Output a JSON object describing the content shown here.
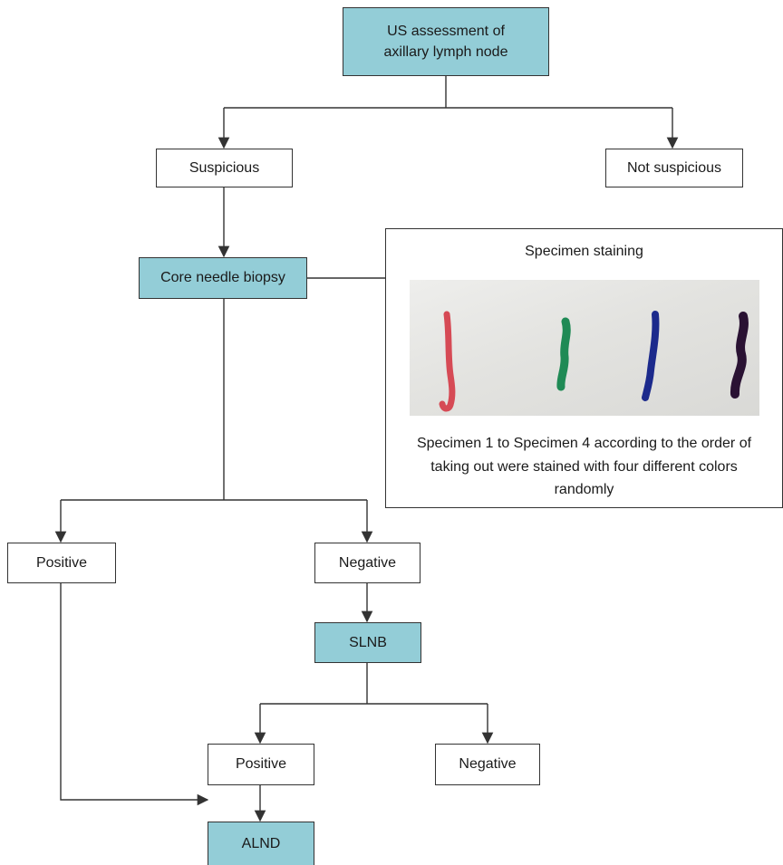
{
  "nodes": {
    "us_assessment": "US assessment of\naxillary lymph node",
    "suspicious": "Suspicious",
    "not_suspicious": "Not suspicious",
    "core_needle_biopsy": "Core needle biopsy",
    "positive_1": "Positive",
    "negative_1": "Negative",
    "slnb": "SLNB",
    "positive_2": "Positive",
    "negative_2": "Negative",
    "alnd": "ALND"
  },
  "staining_panel": {
    "title": "Specimen staining",
    "caption": "Specimen 1 to Specimen 4 according to the order of taking out were stained with four different colors randomly",
    "specimen_colors": [
      "#d64a55",
      "#1f8a55",
      "#1c2a8c",
      "#2a1233"
    ]
  },
  "colors": {
    "filled_node": "#93cdd7",
    "outline": "#333333"
  }
}
